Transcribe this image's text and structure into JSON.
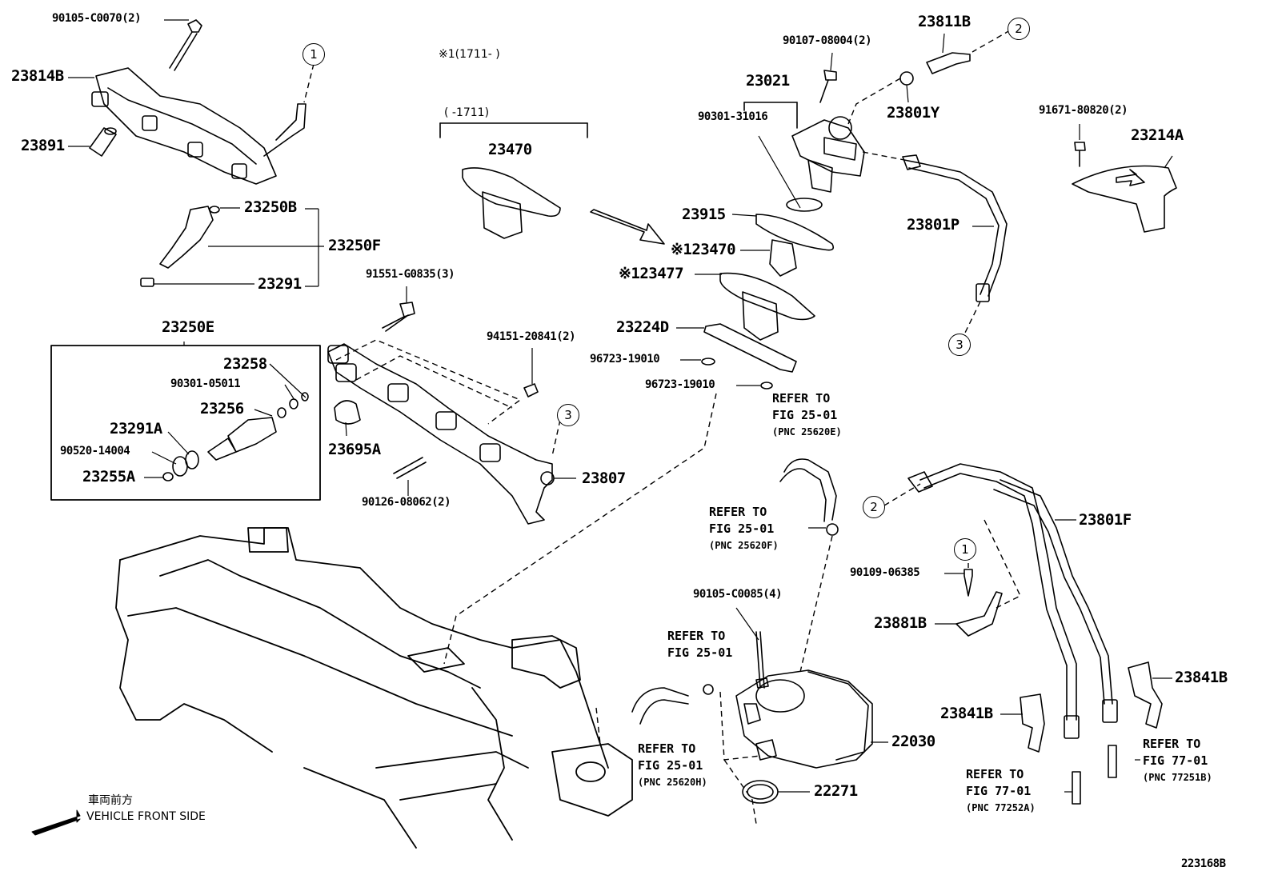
{
  "labels": {
    "l_90105_c0070": "90105-C0070(2)",
    "l_23814b": "23814B",
    "l_23891": "23891",
    "l_23250b": "23250B",
    "l_23250f": "23250F",
    "l_23291": "23291",
    "l_23470": "23470",
    "l_90107": "90107-08004(2)",
    "l_23811b": "23811B",
    "l_23021": "23021",
    "l_90301_31016": "90301-31016",
    "l_23801y": "23801Y",
    "l_91671": "91671-80820(2)",
    "l_23214a": "23214A",
    "l_23915": "23915",
    "l_23470b": "※123470",
    "l_23477": "※123477",
    "l_23224d": "23224D",
    "l_96723_a": "96723-19010",
    "l_96723_b": "96723-19010",
    "l_23801p": "23801P",
    "l_91551": "91551-G0835(3)",
    "l_94151": "94151-20841(2)",
    "l_23250e": "23250E",
    "l_23258": "23258",
    "l_90301_05011": "90301-05011",
    "l_23256": "23256",
    "l_23291a": "23291A",
    "l_90520": "90520-14004",
    "l_23255a": "23255A",
    "l_23695a": "23695A",
    "l_23807": "23807",
    "l_90126": "90126-08062(2)",
    "l_23801f": "23801F",
    "l_90109": "90109-06385",
    "l_23881b": "23881B",
    "l_90105_c0085": "90105-C0085(4)",
    "l_23841b_r": "23841B",
    "l_23841b_l": "23841B",
    "l_22030": "22030",
    "l_22271": "22271",
    "l_fig_id": "223168B"
  },
  "notes": {
    "date_from": "※1(1711-    )",
    "date_to": "(    -1711)",
    "front_jp": "車両前方",
    "front_en": "VEHICLE FRONT SIDE"
  },
  "refs": {
    "r1": {
      "l1": "REFER TO",
      "l2": "FIG 25-01",
      "pnc": "(PNC 25620E)"
    },
    "r2": {
      "l1": "REFER TO",
      "l2": "FIG 25-01",
      "pnc": "(PNC 25620F)"
    },
    "r3": {
      "l1": "REFER TO",
      "l2": "FIG 25-01"
    },
    "r4": {
      "l1": "REFER TO",
      "l2": "FIG 25-01",
      "pnc": "(PNC 25620H)"
    },
    "r5": {
      "l1": "REFER TO",
      "l2": "FIG 77-01",
      "pnc": "(PNC 77252A)"
    },
    "r6": {
      "l1": "REFER TO",
      "l2": "FIG 77-01",
      "pnc": "(PNC 77251B)"
    }
  },
  "callouts": {
    "c1": "1",
    "c2": "2",
    "c3": "3"
  }
}
